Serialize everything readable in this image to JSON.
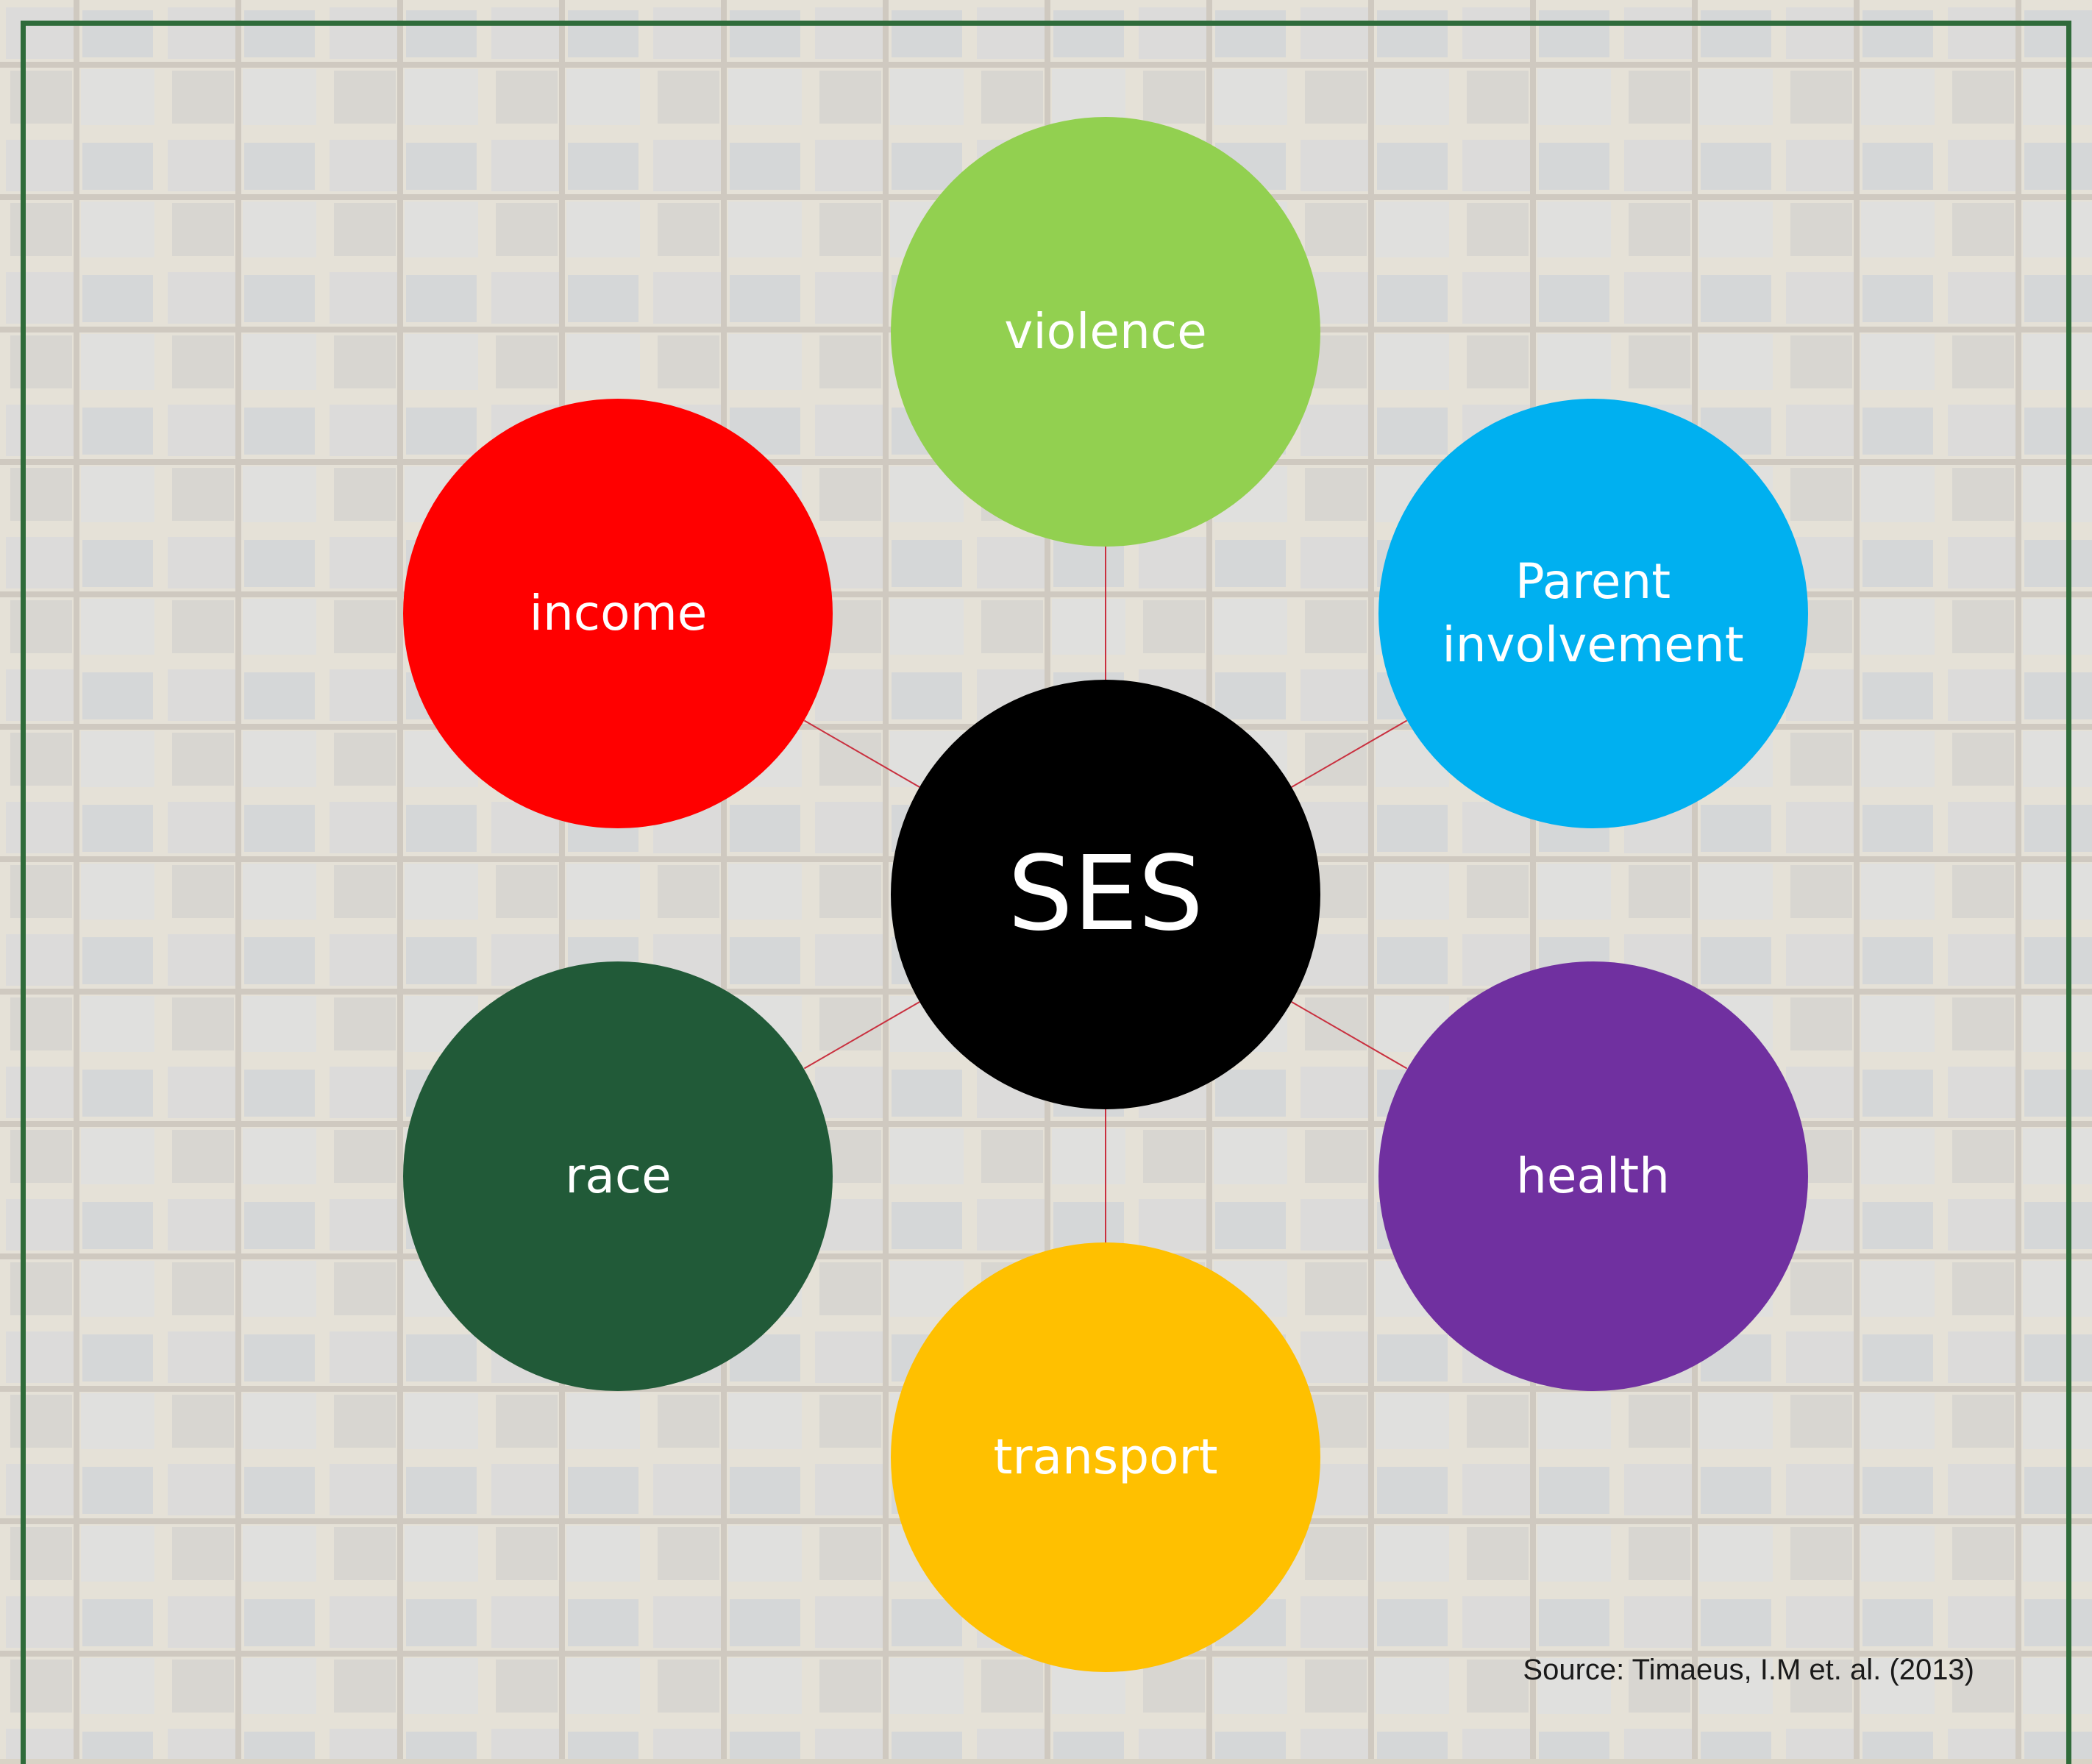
{
  "colors": {
    "frame": "#2f6b3a",
    "connector": "#c9303f",
    "center": "#000000"
  },
  "diagram": {
    "center": {
      "label": "SES",
      "color": "#000000"
    },
    "nodes": [
      {
        "id": "violence",
        "label": "violence",
        "color": "#92d050"
      },
      {
        "id": "parent-involvement",
        "label": "Parent involvement",
        "color": "#00b0f0"
      },
      {
        "id": "health",
        "label": "health",
        "color": "#7030a0"
      },
      {
        "id": "transport",
        "label": "transport",
        "color": "#ffc000"
      },
      {
        "id": "race",
        "label": "race",
        "color": "#215a38"
      },
      {
        "id": "income",
        "label": "income",
        "color": "#ff0000"
      }
    ]
  },
  "source": "Source: Timaeus, I.M et. al. (2013)"
}
